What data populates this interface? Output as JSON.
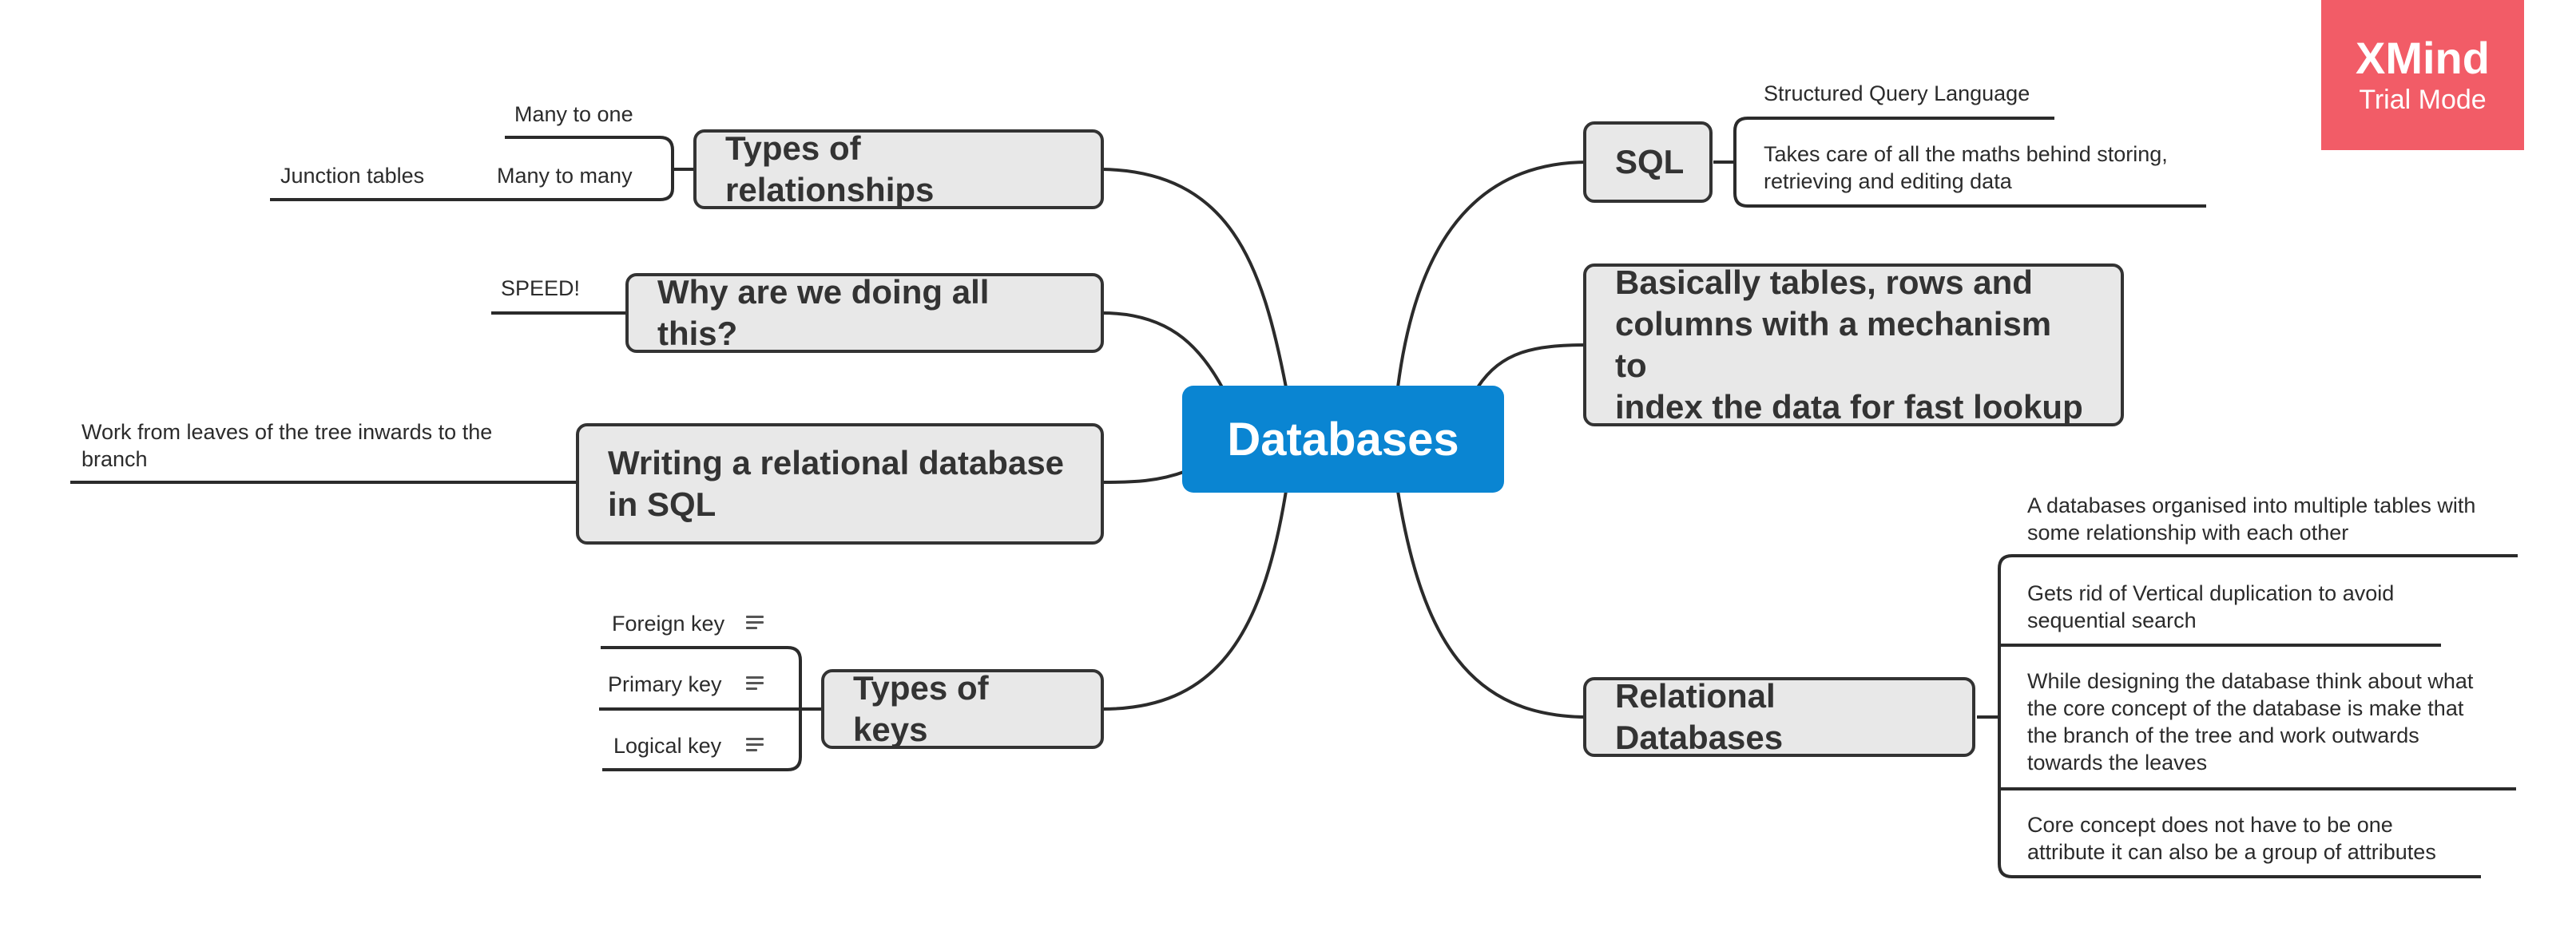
{
  "central": "Databases",
  "left_topics": {
    "relationships": {
      "label": "Types of relationships",
      "subs": [
        "Many to one",
        "Many to many"
      ],
      "many_to_many_sub": "Junction tables"
    },
    "why": {
      "label": "Why are we doing all this?",
      "subs": [
        "SPEED!"
      ]
    },
    "writing": {
      "label_lines": [
        "Writing a relational database",
        "in SQL"
      ],
      "sub_lines": [
        "Work from leaves of the tree inwards to the",
        "branch"
      ]
    },
    "keys": {
      "label": "Types of keys",
      "subs": [
        "Foreign key",
        "Primary key",
        "Logical key"
      ]
    }
  },
  "right_topics": {
    "sql": {
      "label": "SQL",
      "subs": [
        "Structured Query Language"
      ],
      "sub2_lines": [
        "Takes care of all the maths behind storing,",
        "retrieving and editing data"
      ]
    },
    "basics": {
      "label_lines": [
        "Basically tables, rows and",
        "columns with a mechanism to",
        "index the data for fast lookup"
      ]
    },
    "relational": {
      "label": "Relational Databases",
      "subs": [
        [
          "A databases organised into multiple tables with",
          "some relationship with each other"
        ],
        [
          "Gets rid of Vertical duplication to avoid",
          "sequential search"
        ],
        [
          "While designing the database think about what",
          "the core concept of the database is make that",
          "the branch of the tree and work outwards",
          "towards the leaves"
        ],
        [
          "Core concept does not have to be one",
          "attribute it can also be a group of attributes"
        ]
      ]
    }
  },
  "watermark": {
    "title": "XMind",
    "subtitle": "Trial Mode",
    "color": "#f25c67"
  },
  "colors": {
    "central": "#0a85d2",
    "topic_fill": "#e8e8e8",
    "line": "#2b2b2b"
  },
  "icons": [
    "note-icon"
  ]
}
